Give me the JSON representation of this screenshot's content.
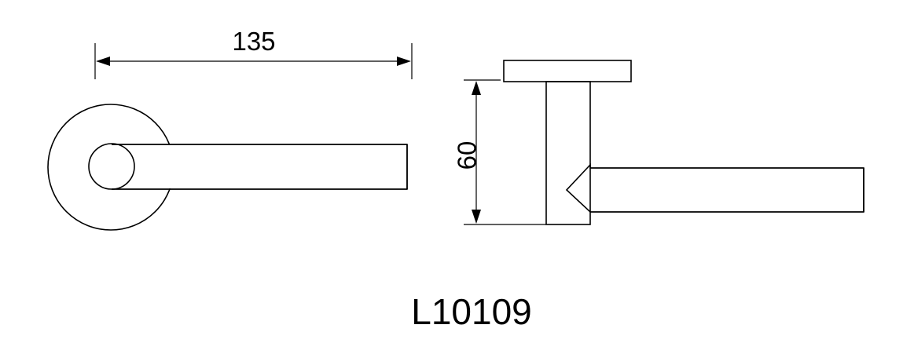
{
  "drawing": {
    "dimension_length": "135",
    "dimension_height": "60",
    "model_code": "L10109",
    "line_color": "#000000",
    "background_color": "#ffffff"
  }
}
